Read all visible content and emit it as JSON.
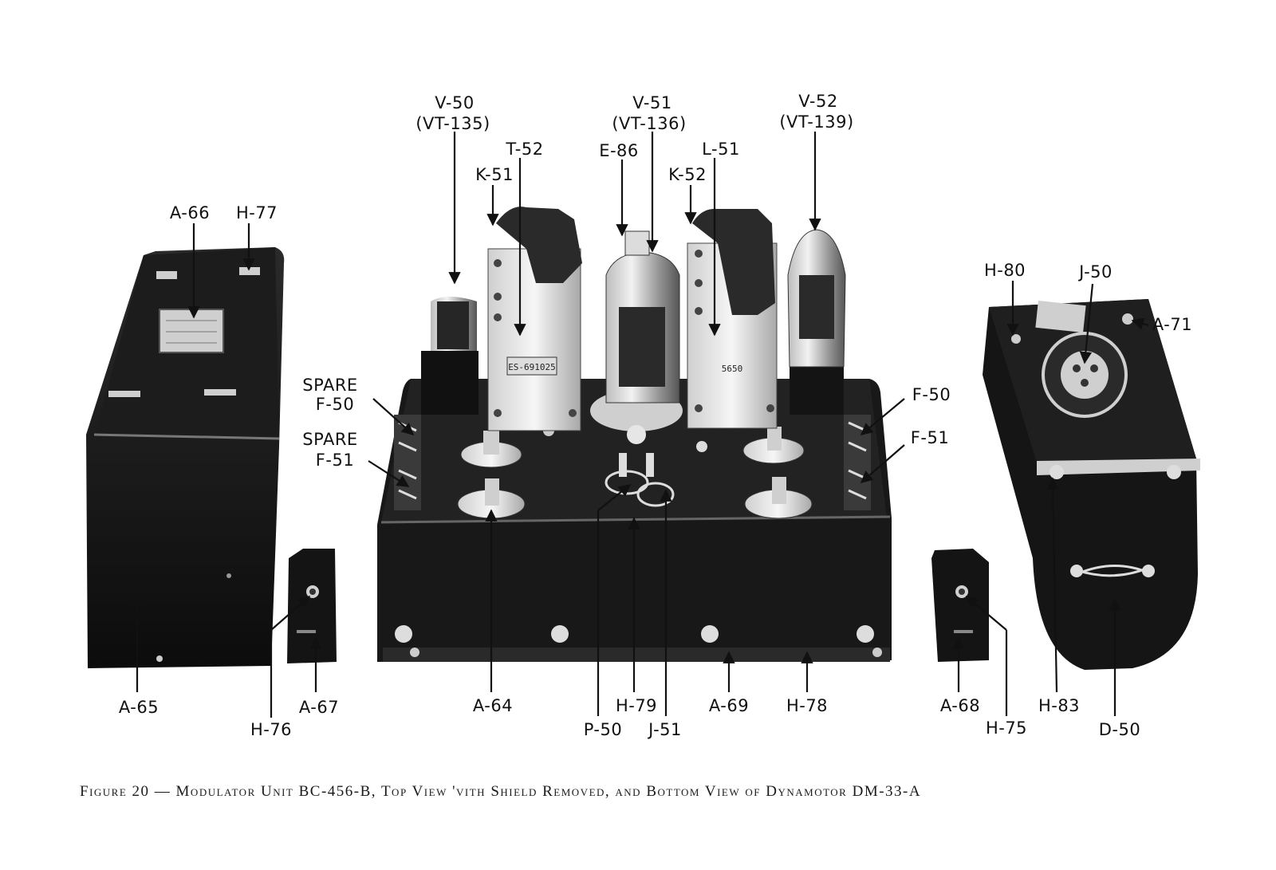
{
  "caption": "Figure 20 — Modulator Unit BC-456-B, Top View 'vith Shield Removed, and Bottom View of Dynamotor DM-33-A",
  "labels": {
    "v50": "V-50",
    "vt135": "(VT-135)",
    "v51": "V-51",
    "vt136": "(VT-136)",
    "v52": "V-52",
    "vt139": "(VT-139)",
    "t52": "T-52",
    "k51": "K-51",
    "e86": "E-86",
    "k52": "K-52",
    "l51": "L-51",
    "a66": "A-66",
    "h77": "H-77",
    "spare1": "SPARE",
    "f50l": "F-50",
    "spare2": "SPARE",
    "f51l": "F-51",
    "f50r": "F-50",
    "f51r": "F-51",
    "h80": "H-80",
    "j50": "J-50",
    "a71": "A-71",
    "a65": "A-65",
    "h76": "H-76",
    "a67": "A-67",
    "a64": "A-64",
    "p50": "P-50",
    "h79": "H-79",
    "j51": "J-51",
    "a69": "A-69",
    "h78": "H-78",
    "a68": "A-68",
    "h75": "H-75",
    "h83": "H-83",
    "d50": "D-50"
  },
  "plate_text": {
    "t52_plate": "ES-691025",
    "l51_plate": "5650"
  }
}
